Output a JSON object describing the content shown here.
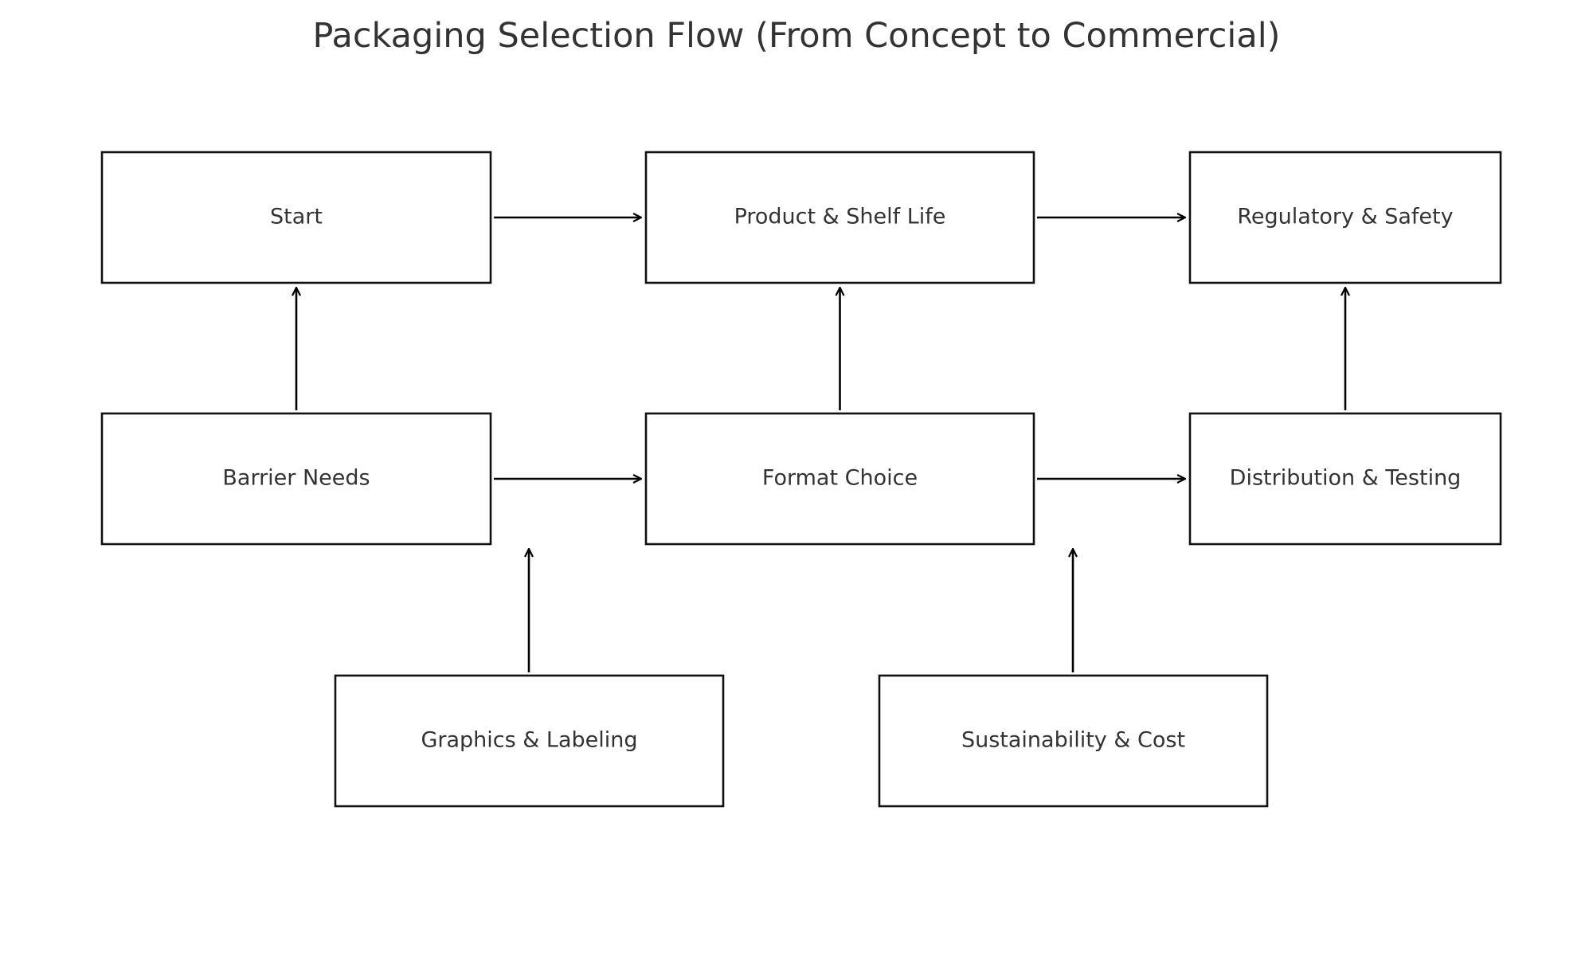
{
  "title": "Packaging Selection Flow (From Concept to Commercial)",
  "colors": {
    "box_stroke": "#111111",
    "text": "#333333",
    "arrow": "#000000",
    "background": "#ffffff"
  },
  "nodes": [
    {
      "id": "start",
      "label": "Start",
      "row": 0,
      "col": 0
    },
    {
      "id": "product",
      "label": "Product & Shelf Life",
      "row": 0,
      "col": 1
    },
    {
      "id": "regulatory",
      "label": "Regulatory & Safety",
      "row": 0,
      "col": 2
    },
    {
      "id": "barrier",
      "label": "Barrier Needs",
      "row": 1,
      "col": 0
    },
    {
      "id": "format",
      "label": "Format Choice",
      "row": 1,
      "col": 1
    },
    {
      "id": "distribution",
      "label": "Distribution & Testing",
      "row": 1,
      "col": 2
    },
    {
      "id": "graphics",
      "label": "Graphics & Labeling",
      "row": 2,
      "col": 0
    },
    {
      "id": "sustainability",
      "label": "Sustainability & Cost",
      "row": 2,
      "col": 1
    }
  ],
  "edges": [
    {
      "from": "start",
      "to": "product"
    },
    {
      "from": "product",
      "to": "regulatory"
    },
    {
      "from": "barrier",
      "to": "start"
    },
    {
      "from": "format",
      "to": "product"
    },
    {
      "from": "distribution",
      "to": "regulatory"
    },
    {
      "from": "barrier",
      "to": "format"
    },
    {
      "from": "format",
      "to": "distribution"
    },
    {
      "from": "graphics",
      "to": "row2-gap-left"
    },
    {
      "from": "sustainability",
      "to": "row2-gap-right"
    }
  ]
}
